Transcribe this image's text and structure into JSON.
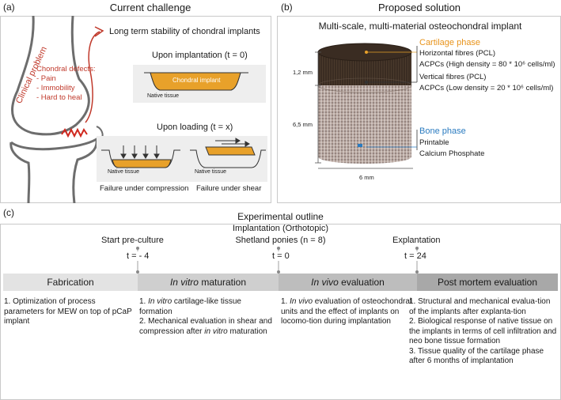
{
  "panel_a": {
    "letter": "(a)",
    "title": "Current challenge",
    "clinical_problem": "Clinical problem",
    "defects_title": "Chondral defects:",
    "defects": [
      "- Pain",
      "- Immobility",
      "- Hard to heal"
    ],
    "stability_note": "Long term stability of chondral implants",
    "implantation_title": "Upon implantation (t = 0)",
    "chondral_implant": "Chondral implant",
    "native_tissue": "Native tissue",
    "loading_title": "Upon loading (t = x)",
    "native_tissue_2": "Native tissue",
    "native_tissue_3": "Native tissue",
    "failure_compression": "Failure under compression",
    "failure_shear": "Failure under shear"
  },
  "panel_b": {
    "letter": "(b)",
    "title": "Proposed solution",
    "subtitle": "Multi-scale, multi-material osteochondral implant",
    "dim_top": "1,2 mm",
    "dim_side": "6,5 mm",
    "dim_bottom": "6 mm",
    "cartilage_phase": "Cartilage phase",
    "horizontal_fibres": "Horizontal fibres (PCL)",
    "acpcs_high": "ACPCs (High density = 80 * 10⁶ cells/ml)",
    "vertical_fibres": "Vertical fibres (PCL)",
    "acpcs_low": "ACPCs (Low density = 20 * 10⁶ cells/ml)",
    "bone_phase": "Bone phase",
    "printable": "Printable",
    "calcium_phosphate": "Calcium Phosphate"
  },
  "panel_c": {
    "letter": "(c)",
    "title": "Experimental outline",
    "implantation": "Implantation (Orthotopic)",
    "ponies": "Shetland ponies (n = 8)",
    "preculture": "Start pre-culture",
    "explantation": "Explantation",
    "t1": "t = - 4",
    "t2": "t = 0",
    "t3": "t = 24",
    "stages": [
      {
        "pre": "",
        "em": "",
        "post": "Fabrication"
      },
      {
        "pre": "",
        "em": "In vitro",
        "post": " maturation"
      },
      {
        "pre": "",
        "em": "In vivo",
        "post": " evaluation"
      },
      {
        "pre": "",
        "em": "",
        "post": "Post mortem evaluation"
      }
    ],
    "desc1": "1. Optimization of process parameters for MEW on top of pCaP implant",
    "desc2_1a": "1. ",
    "desc2_1em": "In vitro",
    "desc2_1b": " cartilage-like tissue formation",
    "desc2_2a": "2. Mechanical evaluation in shear and compression after ",
    "desc2_2em": "in vitro",
    "desc2_2b": " maturation",
    "desc3a": "1. ",
    "desc3em": "In vivo",
    "desc3b": " evaluation of osteochondral units and the effect of implants on locomo-tion during implantation",
    "desc4_1": "1. Structural and mechanical evalua-tion of the implants after explanta-tion",
    "desc4_2": "2. Biological response of native tissue on the implants in terms of cell infiltration and neo bone tissue formation",
    "desc4_3": "3. Tissue quality of the cartilage phase after 6 months of implantation"
  },
  "colors": {
    "orange": "#e8a12a",
    "red": "#c0392b",
    "blue": "#2a7bc0",
    "stage_fills": [
      "#e3e3e3",
      "#cfcfcf",
      "#bdbdbd",
      "#a8a8a8"
    ]
  }
}
